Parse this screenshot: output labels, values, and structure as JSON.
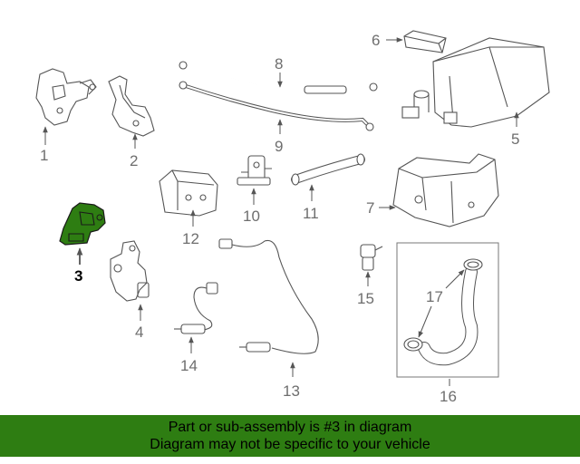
{
  "diagram": {
    "callouts": [
      {
        "id": "1",
        "label": "1"
      },
      {
        "id": "2",
        "label": "2"
      },
      {
        "id": "3",
        "label": "3"
      },
      {
        "id": "4",
        "label": "4"
      },
      {
        "id": "5",
        "label": "5"
      },
      {
        "id": "6",
        "label": "6"
      },
      {
        "id": "7",
        "label": "7"
      },
      {
        "id": "8",
        "label": "8"
      },
      {
        "id": "9",
        "label": "9"
      },
      {
        "id": "10",
        "label": "10"
      },
      {
        "id": "11",
        "label": "11"
      },
      {
        "id": "12",
        "label": "12"
      },
      {
        "id": "13",
        "label": "13"
      },
      {
        "id": "14",
        "label": "14"
      },
      {
        "id": "15",
        "label": "15"
      },
      {
        "id": "16",
        "label": "16"
      },
      {
        "id": "17",
        "label": "17"
      }
    ],
    "highlighted_part": "3",
    "highlight_color": "#2e7d12"
  },
  "footer": {
    "line1": "Part or sub-assembly is #3 in diagram",
    "line2": "Diagram may not be specific to your vehicle",
    "background": "#2e7d12"
  }
}
